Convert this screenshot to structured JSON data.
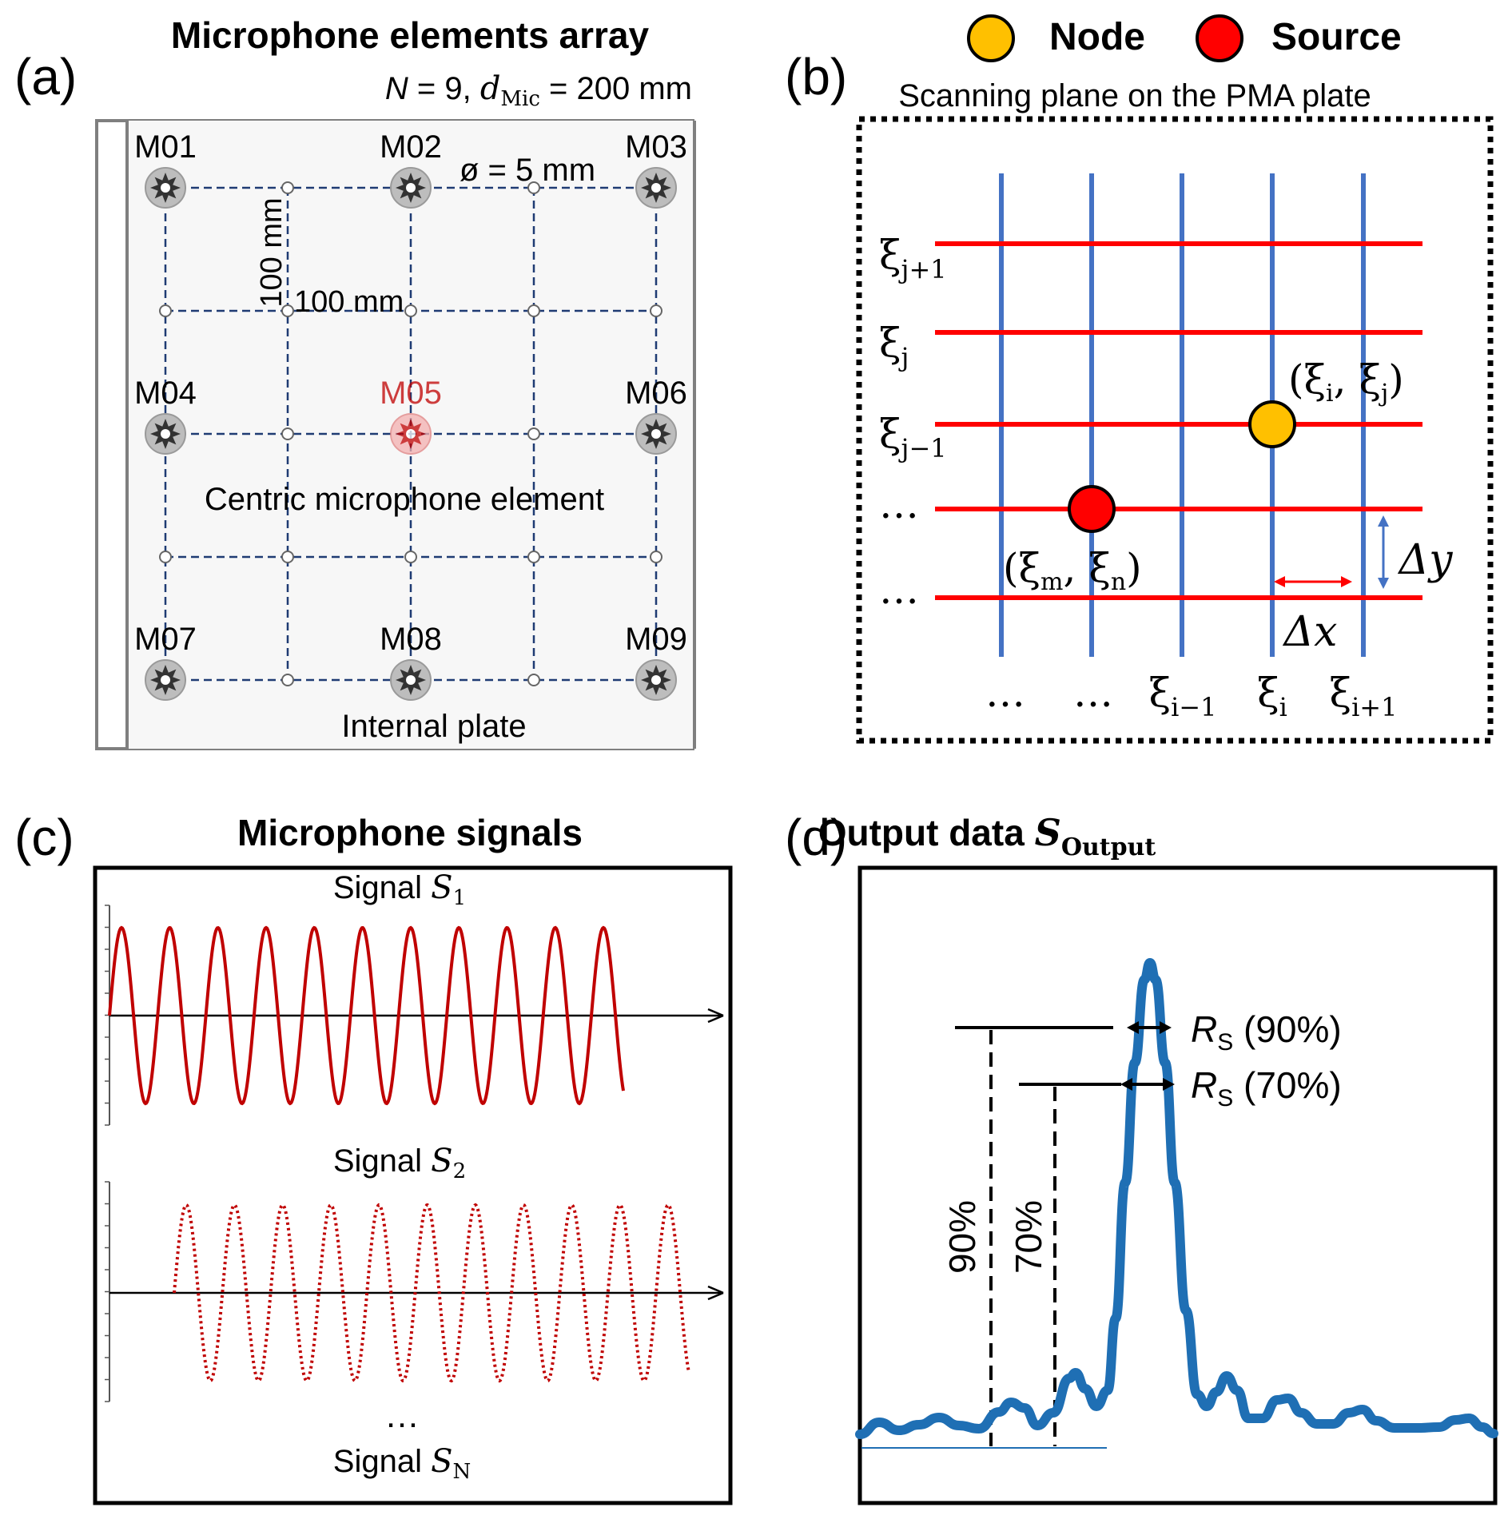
{
  "panel_a": {
    "letter": "(a)",
    "title": "Microphone elements array",
    "params_n": "N",
    "params_n_rest": " = 9, ",
    "params_d": "d",
    "params_d_sub": "Mic",
    "params_d_rest": " = 200 mm",
    "diameter_label": "ø = 5 mm",
    "dim_vertical": "100 mm",
    "dim_horizontal": "100 mm",
    "center_caption": "Centric microphone element",
    "plate_label": "Internal plate",
    "mics": [
      {
        "label": "M01",
        "highlight": false
      },
      {
        "label": "M02",
        "highlight": false
      },
      {
        "label": "M03",
        "highlight": false
      },
      {
        "label": "M04",
        "highlight": false
      },
      {
        "label": "M05",
        "highlight": true
      },
      {
        "label": "M06",
        "highlight": false
      },
      {
        "label": "M07",
        "highlight": false
      },
      {
        "label": "M08",
        "highlight": false
      },
      {
        "label": "M09",
        "highlight": false
      }
    ],
    "colors": {
      "grid": "#1f3b73",
      "mic": "#333333",
      "highlight": "#c00000",
      "plate": "#f7f7f7",
      "frame": "#7f7f7f"
    }
  },
  "panel_b": {
    "letter": "(b)",
    "legend_node": "Node",
    "legend_source": "Source",
    "subtitle": "Scanning plane on the PMA plate",
    "row_labels": [
      {
        "sym": "ξ",
        "sub": "j+1"
      },
      {
        "sym": "ξ",
        "sub": "j"
      },
      {
        "sym": "ξ",
        "sub": "j−1"
      },
      {
        "sym": "…",
        "sub": ""
      },
      {
        "sym": "…",
        "sub": ""
      }
    ],
    "col_labels": [
      {
        "sym": "…",
        "sub": ""
      },
      {
        "sym": "…",
        "sub": ""
      },
      {
        "sym": "ξ",
        "sub": "i−1"
      },
      {
        "sym": "ξ",
        "sub": "i"
      },
      {
        "sym": "ξ",
        "sub": "i+1"
      }
    ],
    "node_label_open": "(ξ",
    "node_label_sub1": "i",
    "node_label_mid": ", ξ",
    "node_label_sub2": "j",
    "node_label_close": ")",
    "source_label_open": "(ξ",
    "source_label_sub1": "m",
    "source_label_mid": ", ξ",
    "source_label_sub2": "n",
    "source_label_close": ")",
    "dx_label": "Δx",
    "dy_label": "Δy",
    "colors": {
      "row": "#ff0000",
      "col": "#4472c4",
      "node": "#ffc000",
      "source": "#ff0000"
    }
  },
  "panel_c": {
    "letter": "(c)",
    "title": "Microphone signals",
    "signal1_prefix": "Signal ",
    "signal1_sym": "S",
    "signal1_sub": "1",
    "signal2_prefix": "Signal ",
    "signal2_sym": "S",
    "signal2_sub": "2",
    "ellipsis": "…",
    "signalN_prefix": "Signal ",
    "signalN_sym": "S",
    "signalN_sub": "N",
    "colors": {
      "wave": "#c00000"
    }
  },
  "panel_d": {
    "letter": "(d)",
    "title_prefix": "Output data ",
    "title_sym": "S",
    "title_sub": "Output",
    "rs90_sym": "R",
    "rs90_sub": "S",
    "rs90_rest": " (90%)",
    "rs70_sym": "R",
    "rs70_sub": "S",
    "rs70_rest": " (70%)",
    "level90": "90%",
    "level70": "70%",
    "colors": {
      "curve": "#1f6fb4"
    }
  }
}
